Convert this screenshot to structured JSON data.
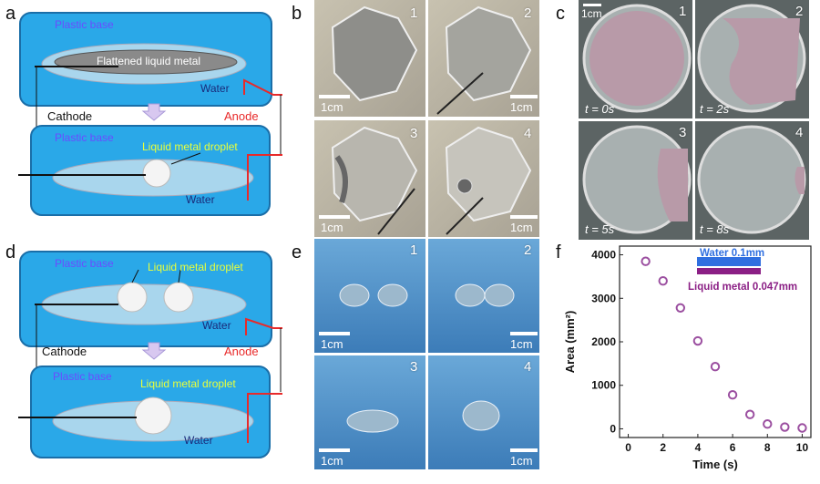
{
  "panels": {
    "a": {
      "letter": "a",
      "top_base_label": "Plastic base",
      "flattened_label": "Flattened liquid metal",
      "top_water": "Water",
      "cathode": "Cathode",
      "anode": "Anode",
      "bottom_base_label": "Plastic base",
      "droplet_label": "Liquid metal droplet",
      "bottom_water": "Water"
    },
    "b": {
      "letter": "b",
      "frames": [
        "1",
        "2",
        "3",
        "4"
      ],
      "scale": "1cm"
    },
    "c": {
      "letter": "c",
      "frames": [
        "1",
        "2",
        "3",
        "4"
      ],
      "times": [
        "t = 0s",
        "t = 2s",
        "t = 5s",
        "t = 8s"
      ],
      "scale": "1cm"
    },
    "d": {
      "letter": "d",
      "top_base_label": "Plastic base",
      "droplet_label": "Liquid metal droplet",
      "top_water": "Water",
      "cathode": "Cathode",
      "anode": "Anode",
      "bottom_base_label": "Plastic base",
      "bottom_droplet_label": "Liquid metal droplet",
      "bottom_water": "Water"
    },
    "e": {
      "letter": "e",
      "frames": [
        "1",
        "2",
        "3",
        "4"
      ],
      "scale": "1cm"
    },
    "f": {
      "letter": "f"
    }
  },
  "chart_data": {
    "type": "scatter",
    "xlabel": "Time (s)",
    "ylabel": "Area (mm²)",
    "xlim": [
      -0.5,
      10.5
    ],
    "ylim": [
      -200,
      4200
    ],
    "xticks": [
      "0",
      "2",
      "4",
      "6",
      "8",
      "10"
    ],
    "yticks": [
      "0",
      "1000",
      "2000",
      "3000",
      "4000"
    ],
    "x": [
      1,
      2,
      3,
      4,
      5,
      6,
      7,
      8,
      9,
      10
    ],
    "y": [
      3850,
      3400,
      2780,
      2020,
      1430,
      780,
      330,
      110,
      40,
      20
    ],
    "legend": {
      "water": "Water 0.1mm",
      "metal": "Liquid metal 0.047mm"
    },
    "colors": {
      "marker": "#9b4fa0",
      "water_bar": "#2f6fe0",
      "metal_bar": "#8b1f85",
      "water_text": "#2f6fe0",
      "metal_text": "#8b1f85"
    }
  },
  "colors": {
    "base_blue": "#2aa8e8",
    "base_border": "#1a6ea8",
    "label_purple": "#6a4cff",
    "label_yellow": "#e8ff3a",
    "anode_red": "#e82a2a",
    "water_navy": "#1a2a7a"
  }
}
